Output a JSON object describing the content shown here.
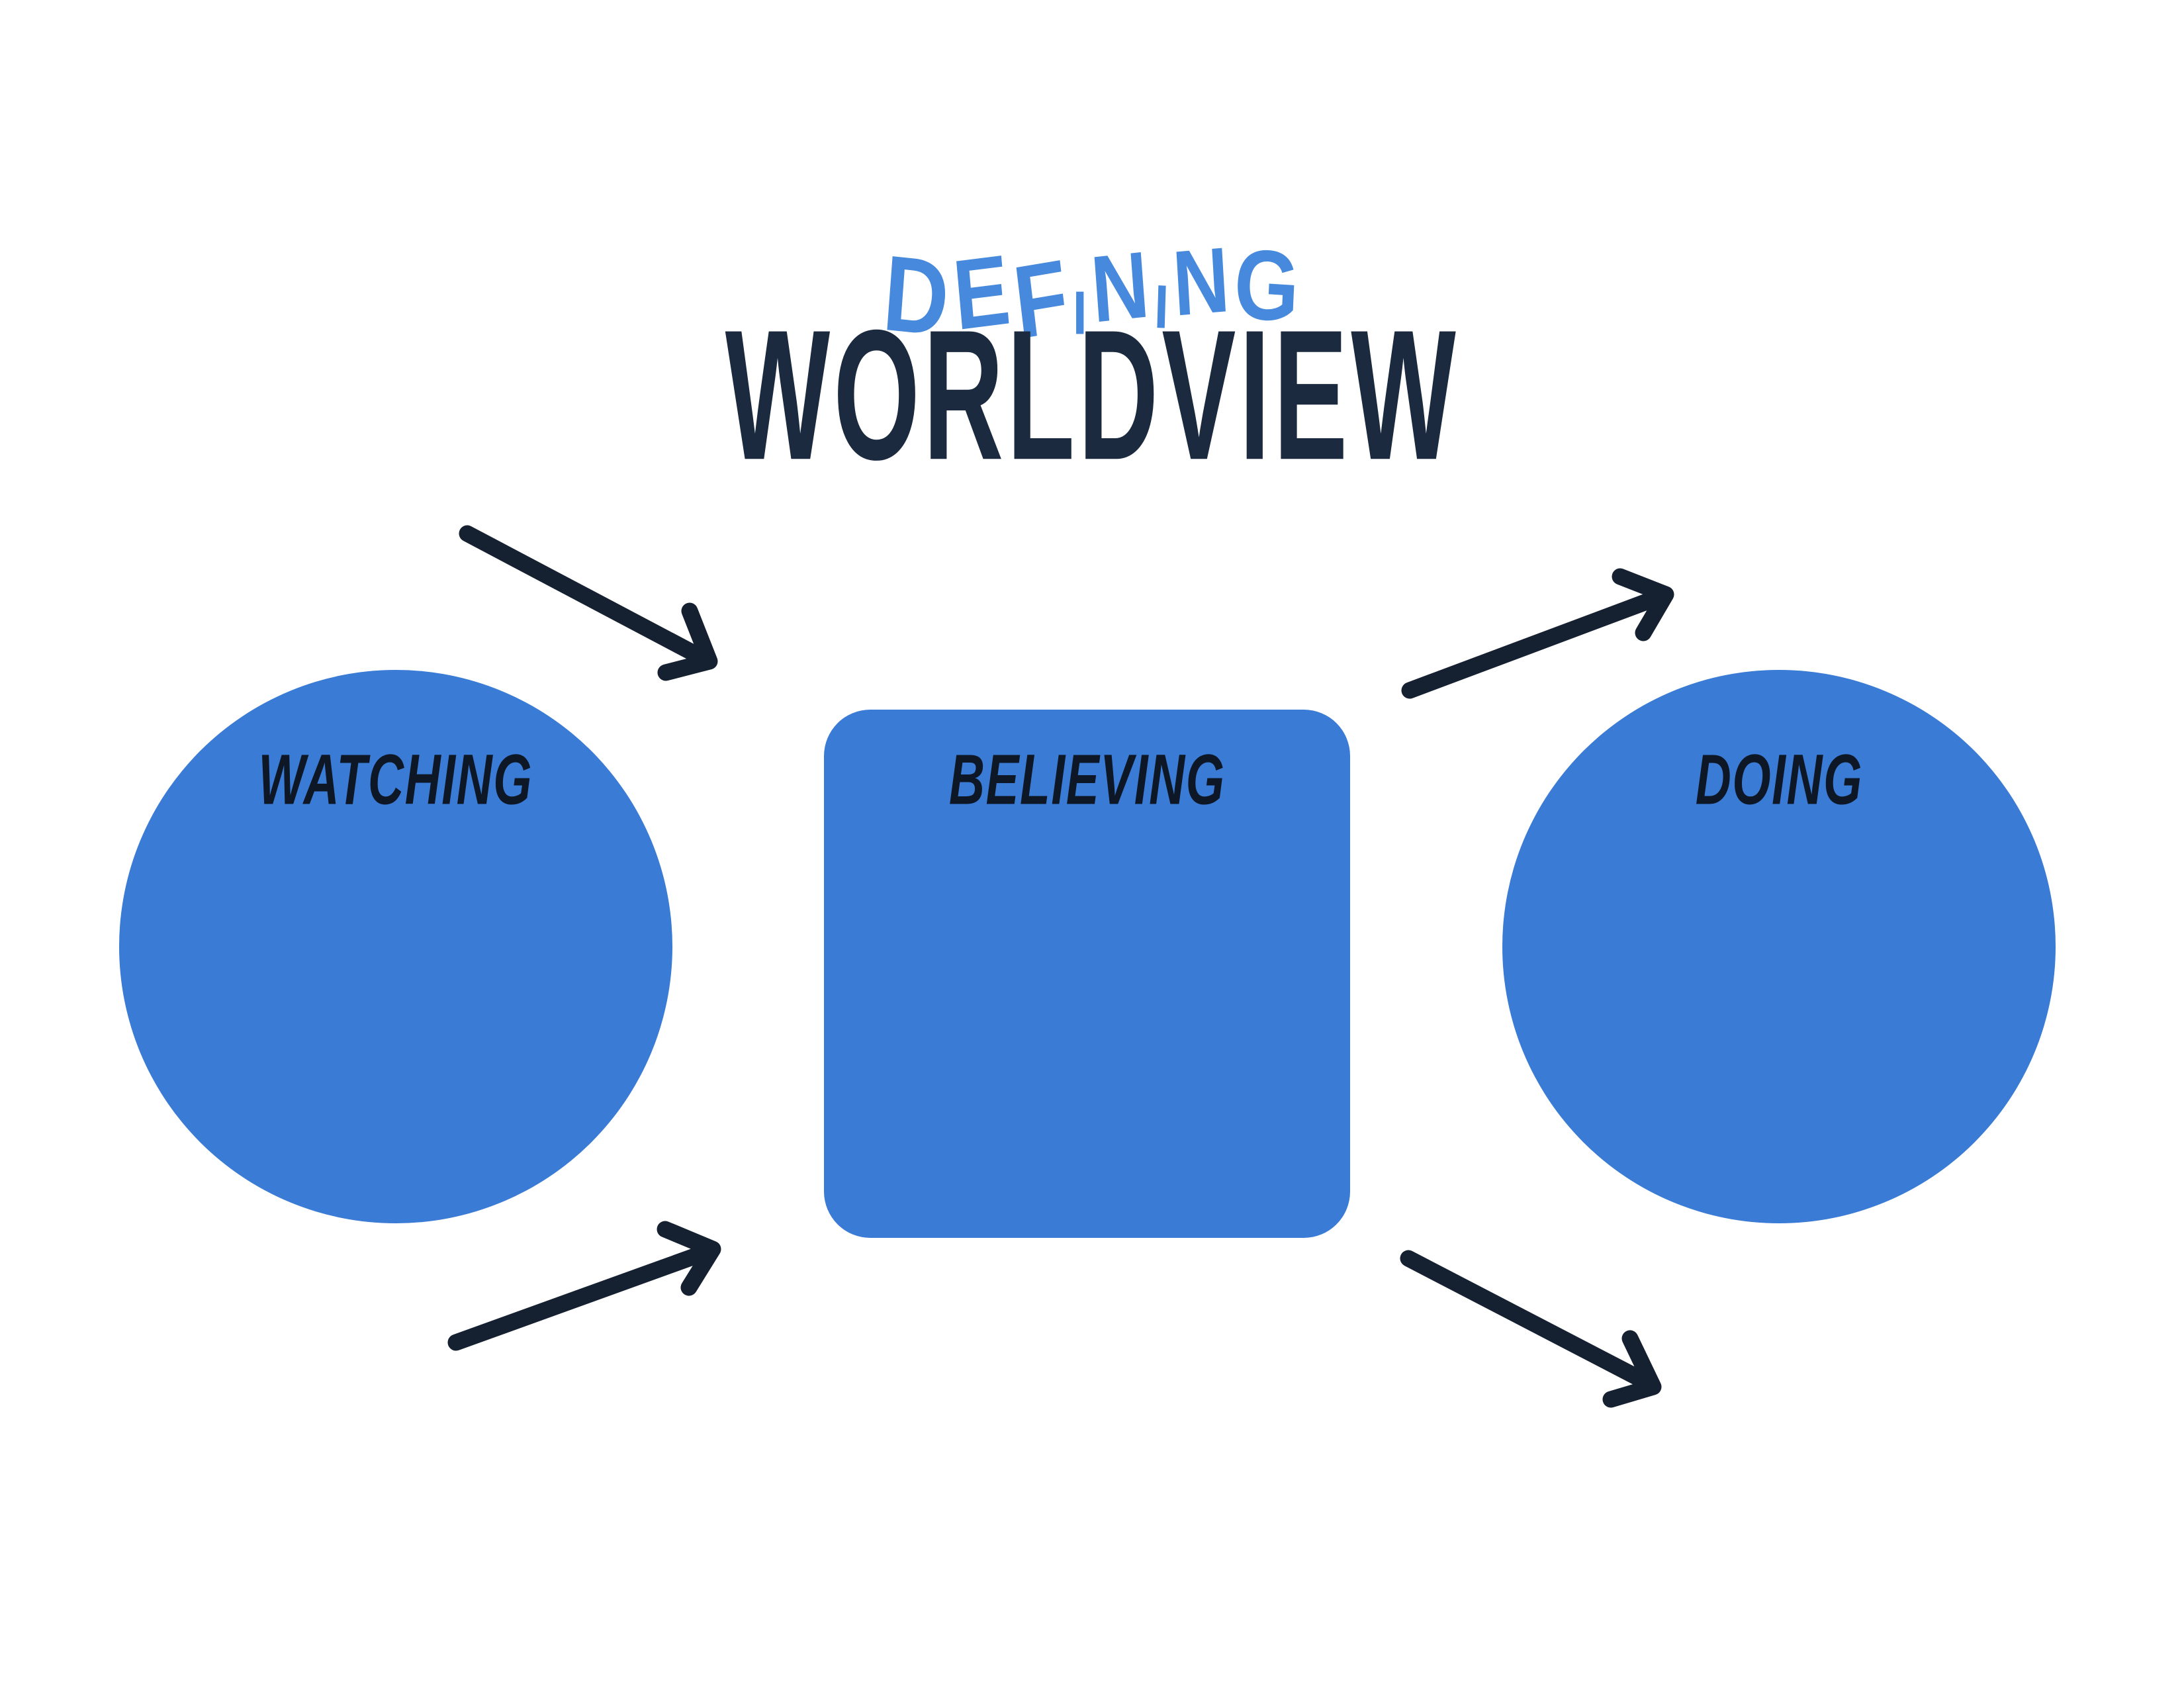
{
  "title": {
    "top": "DEFINING",
    "main": "WORLDVIEW"
  },
  "nodes": [
    {
      "label": "WATCHING",
      "shape": "circle"
    },
    {
      "label": "BELIEVING",
      "shape": "rounded-square"
    },
    {
      "label": "DOING",
      "shape": "circle"
    }
  ],
  "connections": [
    {
      "from": "WATCHING",
      "to": "BELIEVING",
      "slot": "top",
      "icon": "arrow-icon"
    },
    {
      "from": "WATCHING",
      "to": "BELIEVING",
      "slot": "bottom",
      "icon": "arrow-icon"
    },
    {
      "from": "BELIEVING",
      "to": "DOING",
      "slot": "top",
      "icon": "arrow-icon"
    },
    {
      "from": "BELIEVING",
      "to": "DOING",
      "slot": "bottom",
      "icon": "arrow-icon"
    }
  ],
  "colors": {
    "background": "#FFFFFF",
    "shape_fill": "#3A7BD6",
    "title_accent_blue": "#4689DD",
    "title_ink_navy": "#1B2A3E",
    "label_ink": "#0E1726",
    "arrow_ink": "#152130"
  }
}
